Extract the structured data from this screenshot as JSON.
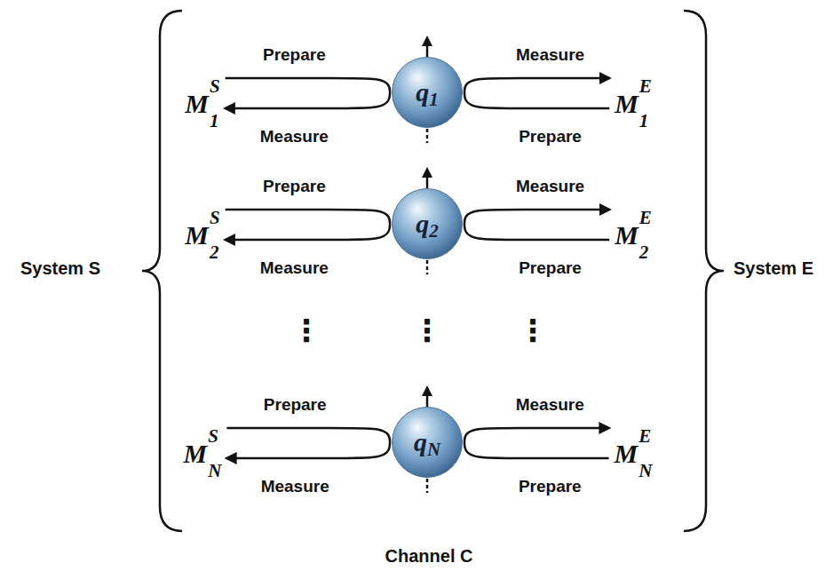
{
  "diagram": {
    "nodes": [
      {
        "text": [
          "M",
          "S",
          "1"
        ]
      },
      {
        "text": [
          "q",
          "1"
        ]
      },
      {
        "text": [
          "M",
          "E",
          "1"
        ]
      },
      {
        "text": [
          "M",
          "S",
          "2"
        ]
      },
      {
        "text": [
          "q",
          "2"
        ]
      },
      {
        "text": [
          "M",
          "E",
          "2"
        ]
      },
      {
        "text": [
          "M",
          "S",
          "N"
        ]
      },
      {
        "text": [
          "q",
          "N"
        ]
      },
      {
        "text": [
          "M",
          "E",
          "N"
        ]
      }
    ],
    "edges": [
      {
        "from": 0,
        "to": 1,
        "label": "Prepare",
        "arrow": "none"
      },
      {
        "from": 1,
        "to": 0,
        "label": "Measure",
        "arrow": "to"
      },
      {
        "from": 1,
        "to": 2,
        "label": "Measure",
        "arrow": "to"
      },
      {
        "from": 2,
        "to": 1,
        "label": "Prepare",
        "arrow": "none"
      },
      {
        "from": 3,
        "to": 4,
        "label": "Prepare",
        "arrow": "none"
      },
      {
        "from": 4,
        "to": 3,
        "label": "Measure",
        "arrow": "to"
      },
      {
        "from": 4,
        "to": 5,
        "label": "Measure",
        "arrow": "to"
      },
      {
        "from": 5,
        "to": 4,
        "label": "Prepare",
        "arrow": "none"
      },
      {
        "from": 6,
        "to": 7,
        "label": "Prepare",
        "arrow": "none"
      },
      {
        "from": 7,
        "to": 6,
        "label": "Measure",
        "arrow": "to"
      },
      {
        "from": 7,
        "to": 8,
        "label": "Measure",
        "arrow": "to"
      },
      {
        "from": 8,
        "to": 7,
        "label": "Prepare",
        "arrow": "none"
      }
    ],
    "labels": [
      "System S",
      "System E",
      "⋮",
      "⋮",
      "⋮",
      "Channel C"
    ]
  }
}
